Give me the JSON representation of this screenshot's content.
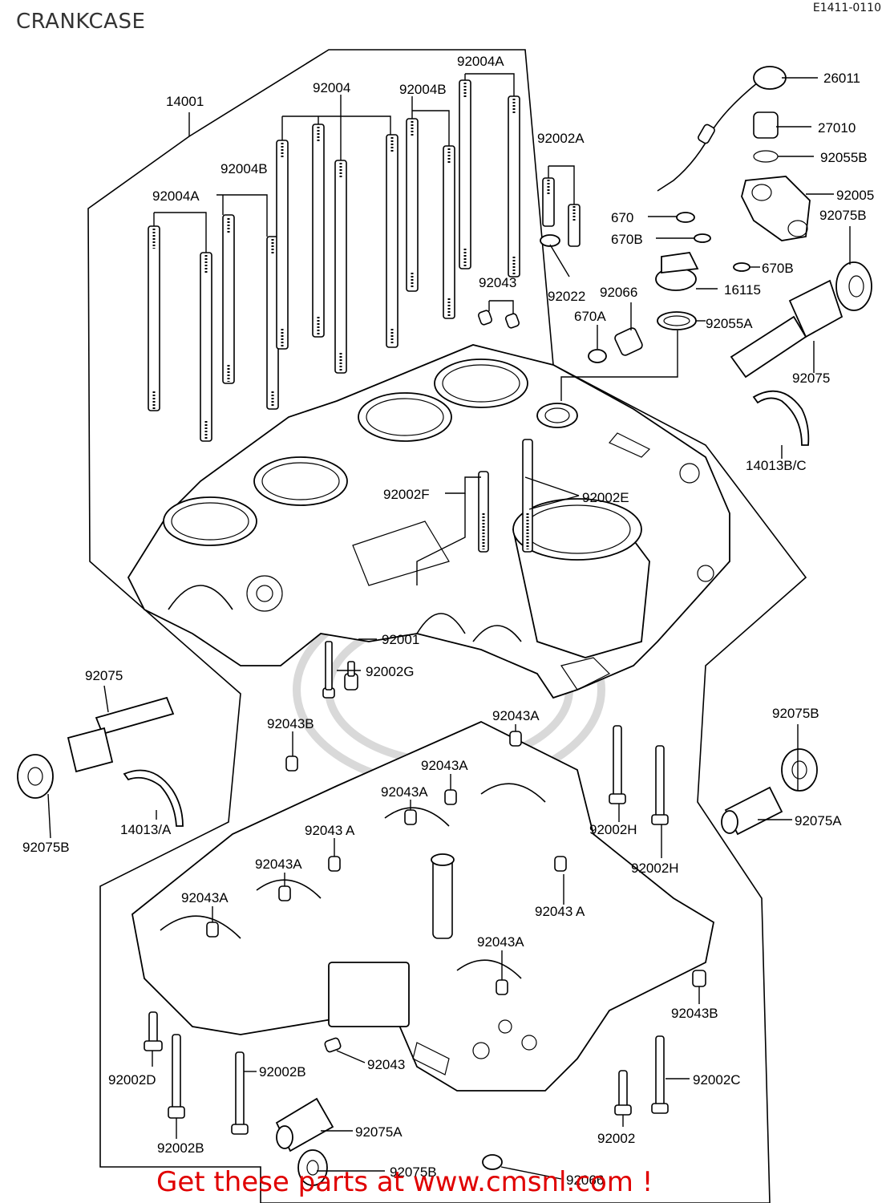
{
  "header": {
    "title": "CRANKCASE",
    "diagram_code": "E1411-0110"
  },
  "footer": {
    "link_text": "Get these parts at www.cmsnl.com !"
  },
  "callouts": {
    "c14001": "14001",
    "c92004": "92004",
    "c92004A_top": "92004A",
    "c92004B_top": "92004B",
    "c92004B_left": "92004B",
    "c92004A_left": "92004A",
    "c92002A": "92002A",
    "c92022": "92022",
    "c92043_top": "92043",
    "c92066": "92066",
    "c670A": "670A",
    "c26011": "26011",
    "c27010": "27010",
    "c92055B": "92055B",
    "c92005": "92005",
    "c670": "670",
    "c670B_a": "670B",
    "c670B_b": "670B",
    "c92075B_top": "92075B",
    "c16115": "16115",
    "c92055A": "92055A",
    "c92075_right": "92075",
    "c14013BC": "14013B/C",
    "c92002F": "92002F",
    "c92002E": "92002E",
    "c92001": "92001",
    "c92002G": "92002G",
    "c92075_left": "92075",
    "c92043B_left": "92043B",
    "c92043A_1": "92043A",
    "c92043A_2": "92043A",
    "c92043A_3": "92043A",
    "c92043A_4": "92043 A",
    "c92043A_5": "92043A",
    "c92043A_6": "92043A",
    "c92043A_7": "92043 A",
    "c92043A_8": "92043A",
    "c92075B_left": "92075B",
    "c14013A": "14013/A",
    "c92002H_1": "92002H",
    "c92002H_2": "92002H",
    "c92075B_right": "92075B",
    "c92075A_right": "92075A",
    "c92043B_right": "92043B",
    "c92002D": "92002D",
    "c92002B_1": "92002B",
    "c92002B_2": "92002B",
    "c92043_bottom": "92043",
    "c92075A_bottom": "92075A",
    "c92075B_bottom": "92075B",
    "c92066_bottom": "92066",
    "c92002C": "92002C",
    "c92002": "92002"
  }
}
